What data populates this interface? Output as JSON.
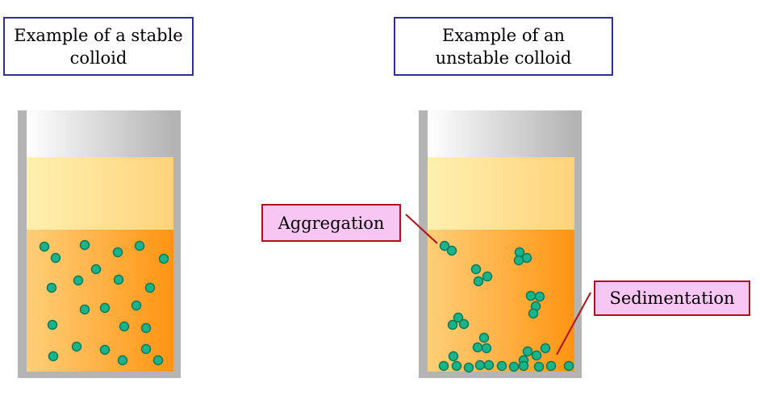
{
  "titles": {
    "stable": "Example of a stable\ncolloid",
    "unstable": "Example of an\nunstable colloid"
  },
  "labels": {
    "aggregation": "Aggregation",
    "sedimentation": "Sedimentation"
  },
  "colors": {
    "title_border": "#2e3192",
    "label_border": "#b0101a",
    "label_fill": "#f7c6f2",
    "particle_fill": "#1ab48a",
    "particle_stroke": "#0b7a5c",
    "liquid_light": "#ffd088",
    "liquid_dark": "#ff9410",
    "glass": "#b4b4b4"
  }
}
